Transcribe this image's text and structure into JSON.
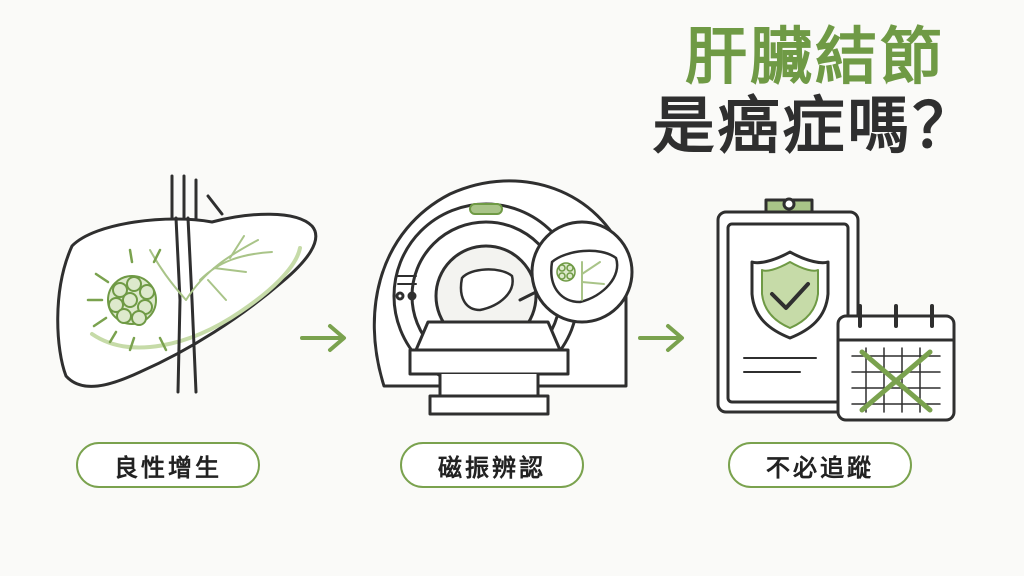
{
  "title": {
    "line1": "肝臟結節",
    "line2": "是癌症嗎？"
  },
  "steps": [
    {
      "label": "良性增生",
      "icon": "liver-nodule-icon"
    },
    {
      "label": "磁振辨認",
      "icon": "mri-scanner-icon"
    },
    {
      "label": "不必追蹤",
      "icon": "clipboard-shield-check-icon"
    }
  ],
  "colors": {
    "accent": "#7aa24e",
    "accent_light": "#c6dba8",
    "ink": "#2f2f2f"
  }
}
